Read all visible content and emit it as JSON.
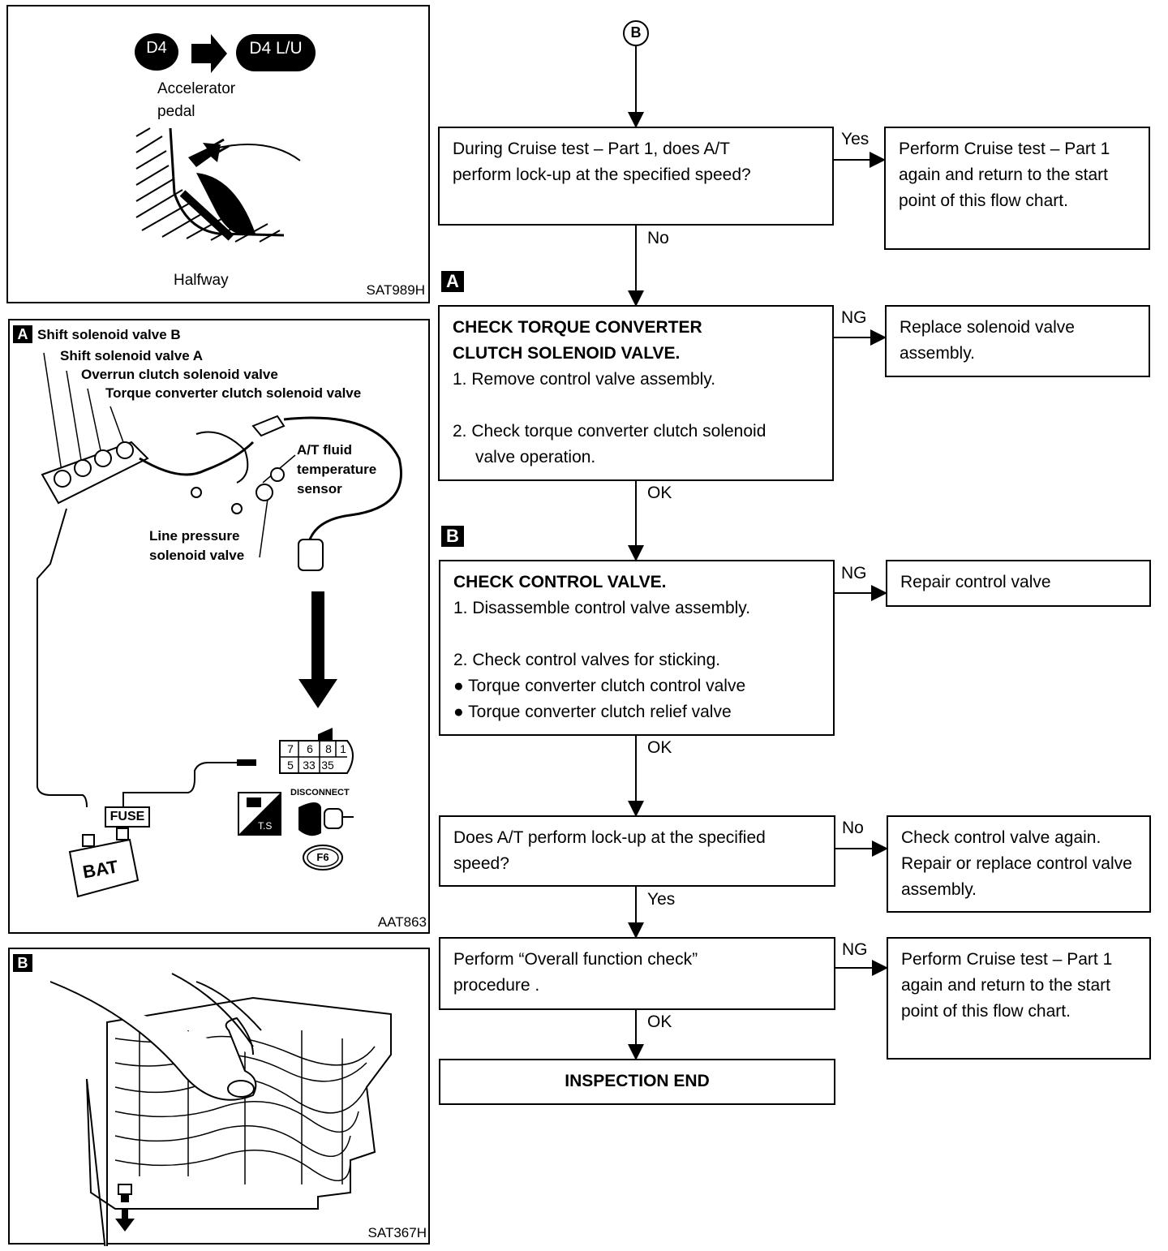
{
  "panel1": {
    "badge_d4": "D4",
    "badge_d4lu": "D4 L/U",
    "label_accel": "Accelerator",
    "label_pedal": "pedal",
    "label_halfway": "Halfway",
    "code": "SAT989H"
  },
  "panel2": {
    "tag": "A",
    "labels": {
      "shift_b": "Shift solenoid valve B",
      "shift_a": "Shift solenoid valve A",
      "overrun": "Overrun clutch solenoid valve",
      "tcc": "Torque converter clutch solenoid valve",
      "fluid1": "A/T fluid",
      "fluid2": "temperature",
      "fluid3": "sensor",
      "line1": "Line pressure",
      "line2": "solenoid valve"
    },
    "connector_top": [
      "7",
      "6",
      "8",
      "1"
    ],
    "connector_bottom": [
      "5",
      "33",
      "35"
    ],
    "fuse": "FUSE",
    "bat": "BAT",
    "ts": "T.S",
    "disconnect": "DISCONNECT",
    "f6": "F6",
    "code": "AAT863"
  },
  "panel3": {
    "tag": "B",
    "code": "SAT367H"
  },
  "flow": {
    "start_marker": "B",
    "q1": "During Cruise test – Part 1, does A/T perform lock-up at the specified speed?",
    "q1_yes": "Yes",
    "q1_yes_box": "Perform Cruise test – Part 1 again and return to the start point of this flow chart.",
    "q1_no": "No",
    "tag_a": "A",
    "check1_title1": "CHECK TORQUE CONVERTER",
    "check1_title2": "CLUTCH SOLENOID VALVE.",
    "check1_step1": "1. Remove control valve assembly.",
    "check1_step2a": "2. Check torque converter clutch solenoid",
    "check1_step2b": "valve operation.",
    "check1_ng": "NG",
    "check1_ng_box": "Replace solenoid valve assembly.",
    "check1_ok": "OK",
    "tag_b": "B",
    "check2_title": "CHECK CONTROL VALVE.",
    "check2_step1": "1. Disassemble control valve assembly.",
    "check2_step2": "2. Check control valves for sticking.",
    "check2_bullet1": "Torque converter clutch control valve",
    "check2_bullet2": "Torque converter clutch relief valve",
    "check2_ng": "NG",
    "check2_ng_box": "Repair control valve",
    "check2_ok": "OK",
    "q2": "Does A/T perform lock-up at the specified speed?",
    "q2_no": "No",
    "q2_no_box": "Check control valve again. Repair or replace control valve assembly.",
    "q2_yes": "Yes",
    "q3": "Perform “Overall function check” procedure .",
    "q3_ng": "NG",
    "q3_ng_box": "Perform Cruise test – Part 1 again and return to the start point of this flow chart.",
    "q3_ok": "OK",
    "end": "INSPECTION END"
  }
}
